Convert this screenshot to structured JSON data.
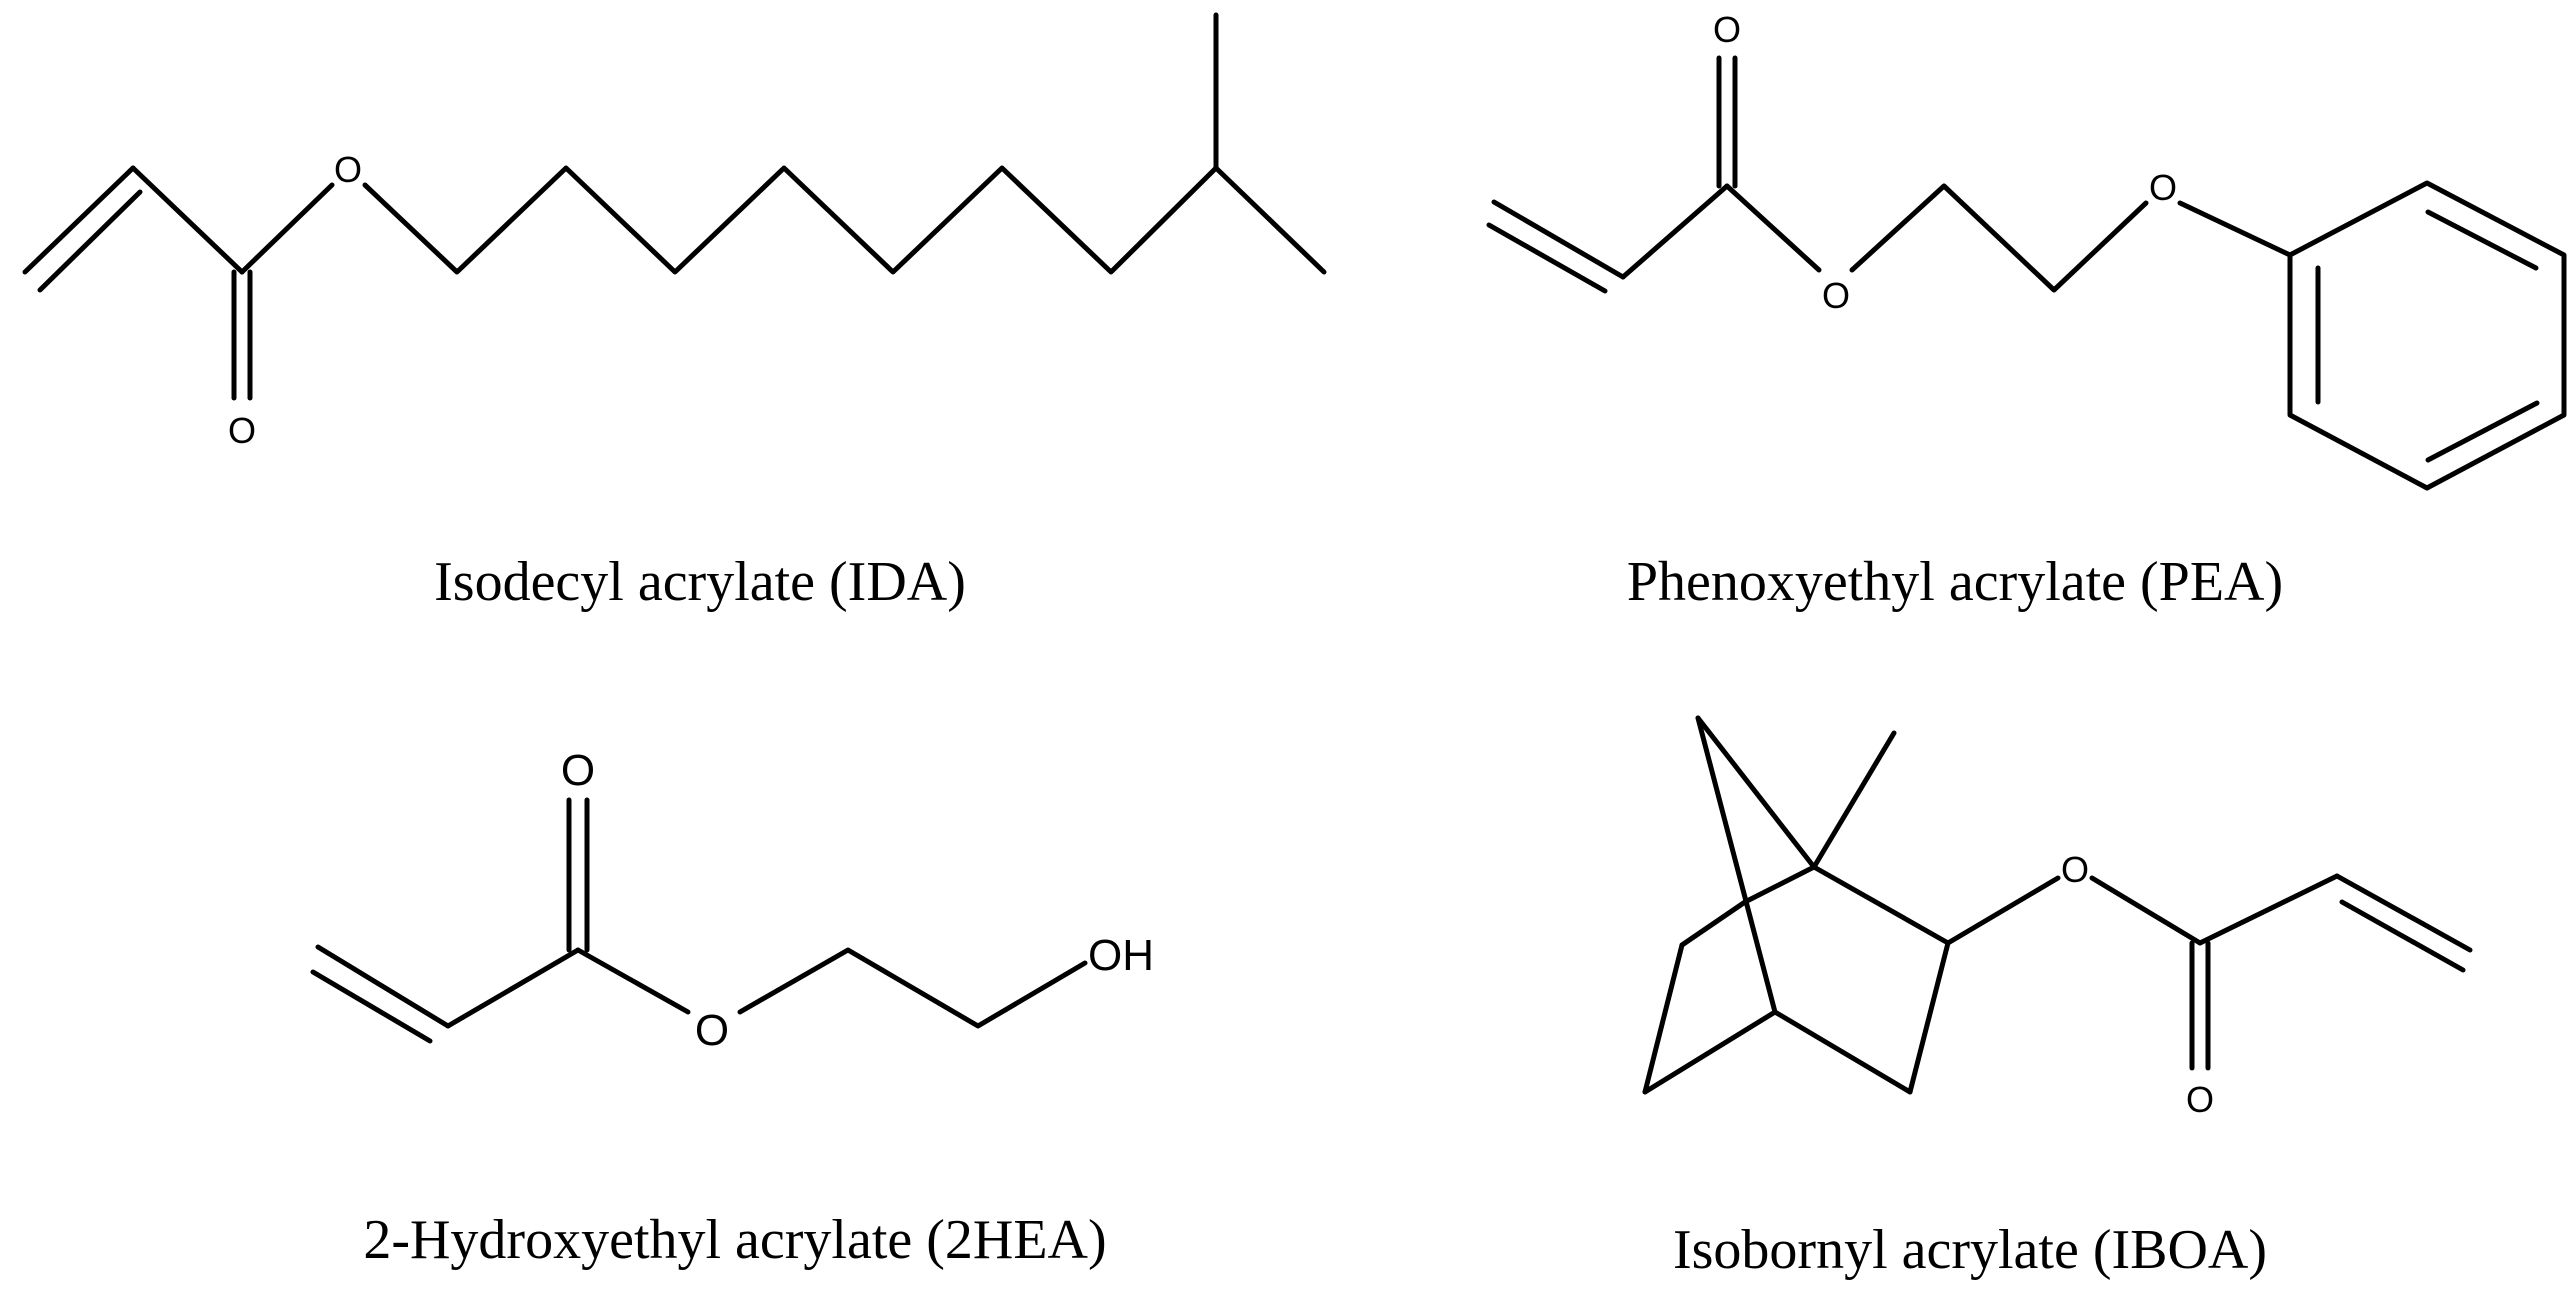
{
  "molecules": {
    "ida": {
      "caption": "Isodecyl acrylate (IDA)",
      "atoms": {
        "ester_o": "O",
        "carbonyl_o": "O"
      }
    },
    "pea": {
      "caption": "Phenoxyethyl acrylate (PEA)",
      "atoms": {
        "carbonyl_o": "O",
        "ester_o": "O",
        "ether_o": "O"
      }
    },
    "hea": {
      "caption": "2-Hydroxyethyl acrylate (2HEA)",
      "atoms": {
        "carbonyl_o": "O",
        "ester_o": "O",
        "hydroxyl": "OH"
      }
    },
    "iboa": {
      "caption": "Isobornyl acrylate (IBOA)",
      "atoms": {
        "ester_o": "O",
        "carbonyl_o": "O"
      }
    }
  },
  "style": {
    "line_color": "#000000",
    "background": "#ffffff"
  }
}
